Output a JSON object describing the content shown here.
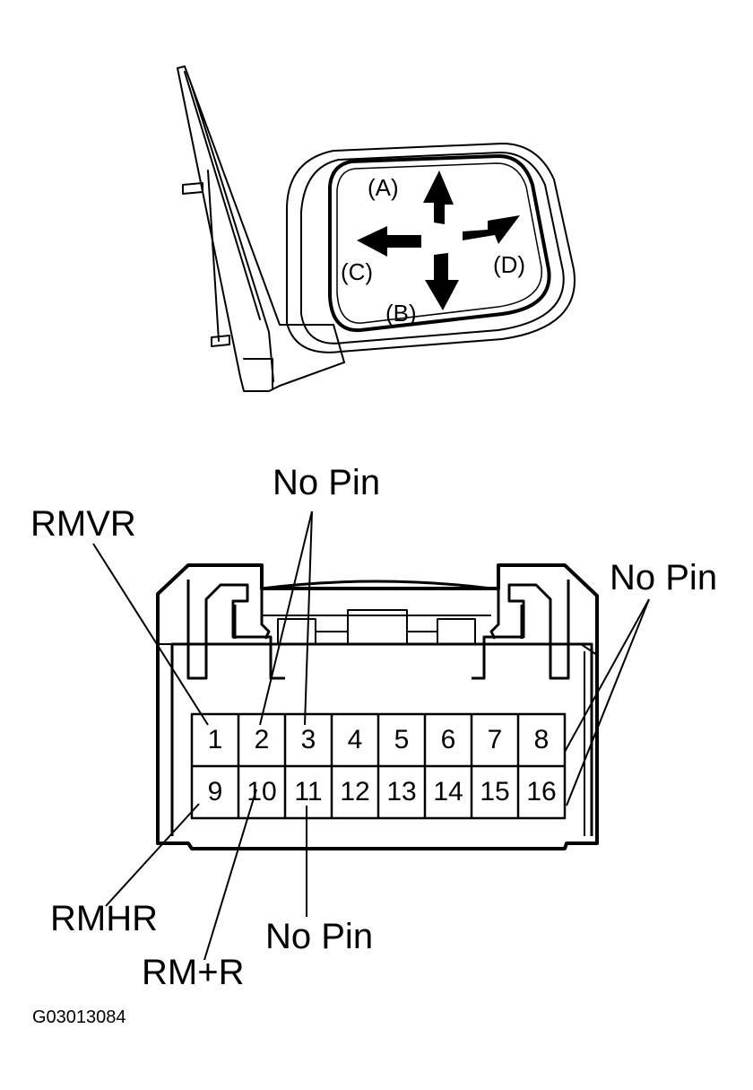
{
  "mirror": {
    "directions": {
      "up": "(A)",
      "down": "(B)",
      "left": "(C)",
      "right": "(D)"
    }
  },
  "connector": {
    "top_row_pins": [
      "1",
      "2",
      "3",
      "4",
      "5",
      "6",
      "7",
      "8"
    ],
    "bottom_row_pins": [
      "9",
      "10",
      "11",
      "12",
      "13",
      "14",
      "15",
      "16"
    ]
  },
  "callouts": {
    "rmvr": "RMVR",
    "no_pin_top": "No Pin",
    "no_pin_right": "No Pin",
    "rmhr": "RMHR",
    "rm_plus_r": "RM+R",
    "no_pin_bottom": "No Pin"
  },
  "figure_code": "G03013084"
}
